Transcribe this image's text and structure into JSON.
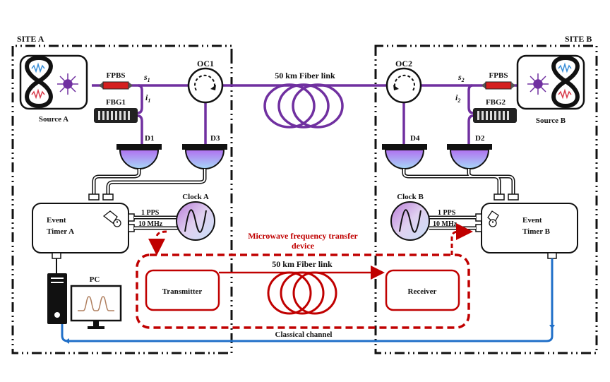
{
  "sites": {
    "a": {
      "title": "SITE A"
    },
    "b": {
      "title": "SITE B"
    }
  },
  "components": {
    "source_a": "Source A",
    "source_b": "Source B",
    "fpbs_a": "FPBS",
    "fpbs_b": "FPBS",
    "fbg1": "FBG1",
    "fbg2": "FBG2",
    "oc1": "OC1",
    "oc2": "OC2",
    "s1": "s",
    "s1_sub": "1",
    "i1": "i",
    "i1_sub": "1",
    "s2": "s",
    "s2_sub": "2",
    "i2": "i",
    "i2_sub": "2",
    "d1": "D1",
    "d2": "D2",
    "d3": "D3",
    "d4": "D4",
    "quantum_fiber": "50 km Fiber link",
    "clock_a": "Clock A",
    "clock_b": "Clock B",
    "pps_a": "1 PPS",
    "mhz_a": "10 MHz",
    "pps_b": "1 PPS",
    "mhz_b": "10 MHz",
    "timer_a_line1": "Event",
    "timer_a_line2": "Timer A",
    "timer_b_line1": "Event",
    "timer_b_line2": "Timer B",
    "pc": "PC",
    "mw_title_line1": "Microwave frequency transfer",
    "mw_title_line2": "device",
    "mw_fiber": "50 km Fiber link",
    "transmitter": "Transmitter",
    "receiver": "Receiver",
    "classical": "Classical channel"
  },
  "colors": {
    "fiber": "#7030a0",
    "microwave": "#c00000",
    "classical": "#1f6fc8",
    "fpbs": "#d42020",
    "detector_top": "#b070f0",
    "detector_bottom": "#a8d8f8"
  }
}
